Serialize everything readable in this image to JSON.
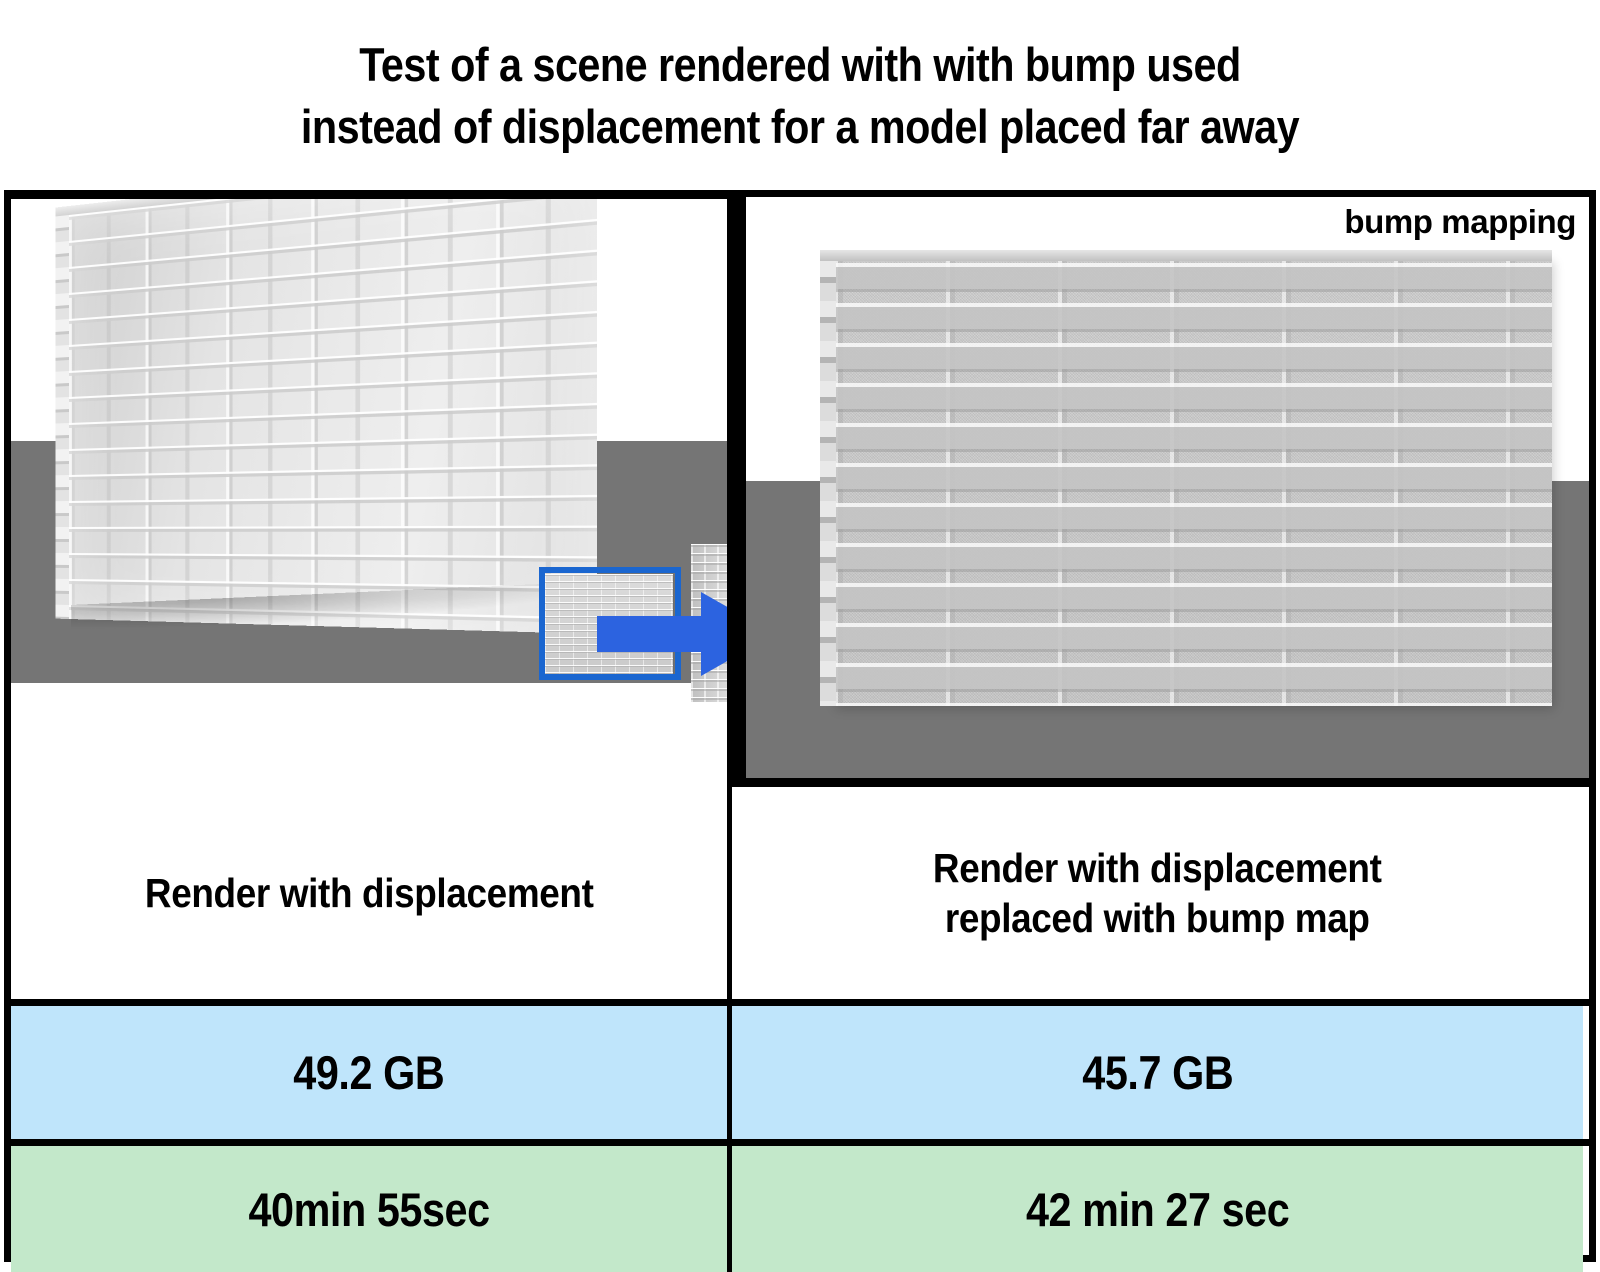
{
  "title": {
    "line1": "Test of a scene rendered with with bump used",
    "line2": "instead of displacement for a model placed far away"
  },
  "figure": {
    "left_panel": {
      "annotation": "",
      "scene": "brick wall rendered with displacement, seen at an angle on a gray ground plane, with a small distant copy highlighted by a blue rectangle"
    },
    "right_panel": {
      "annotation": "bump mapping",
      "scene": "close-up of the distant brick wall rendered with a bump map on a gray ground plane"
    }
  },
  "table": {
    "captions": {
      "left": "Render with displacement",
      "right_line1": "Render with displacement",
      "right_line2": "replaced with bump map"
    },
    "memory": {
      "left": "49.2 GB",
      "right": "45.7 GB"
    },
    "time": {
      "left": "40min 55sec",
      "right": "42 min 27 sec"
    }
  },
  "colors": {
    "highlight_blue": "#1a66d0",
    "arrow_blue": "#2c63e0",
    "memory_row_bg": "#bfe5fb",
    "time_row_bg": "#c3e8ca",
    "border": "#000000",
    "ground": "#757575"
  }
}
